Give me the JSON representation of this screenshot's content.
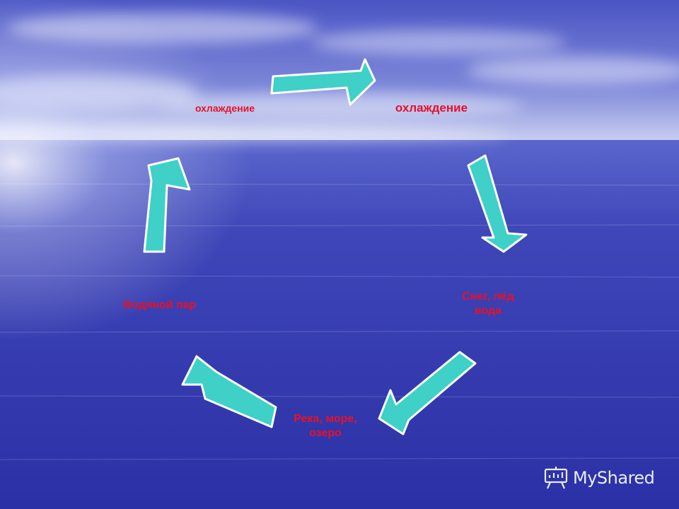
{
  "diagram": {
    "nodes": [
      {
        "id": "top-left",
        "text": "охлаждение"
      },
      {
        "id": "top-right",
        "text": "охлаждение"
      },
      {
        "id": "right",
        "text": "Снег, лёд\nвода"
      },
      {
        "id": "bottom",
        "text": "Река, море,\nозеро"
      },
      {
        "id": "left",
        "text": "Водяной пар"
      }
    ],
    "arrow_color": "#3fd0c8",
    "arrow_outline": "#ffffff",
    "label_color": "#e8102a"
  },
  "labels": {
    "top_left": "охлаждение",
    "top_right": "охлаждение",
    "right_line1": "Снег, лёд",
    "right_line2": "вода",
    "bottom_line1": "Река, море,",
    "bottom_line2": "озеро",
    "left": "Водяной пар"
  },
  "watermark": {
    "text": "MyShared",
    "icon": "presentation-board-icon"
  }
}
